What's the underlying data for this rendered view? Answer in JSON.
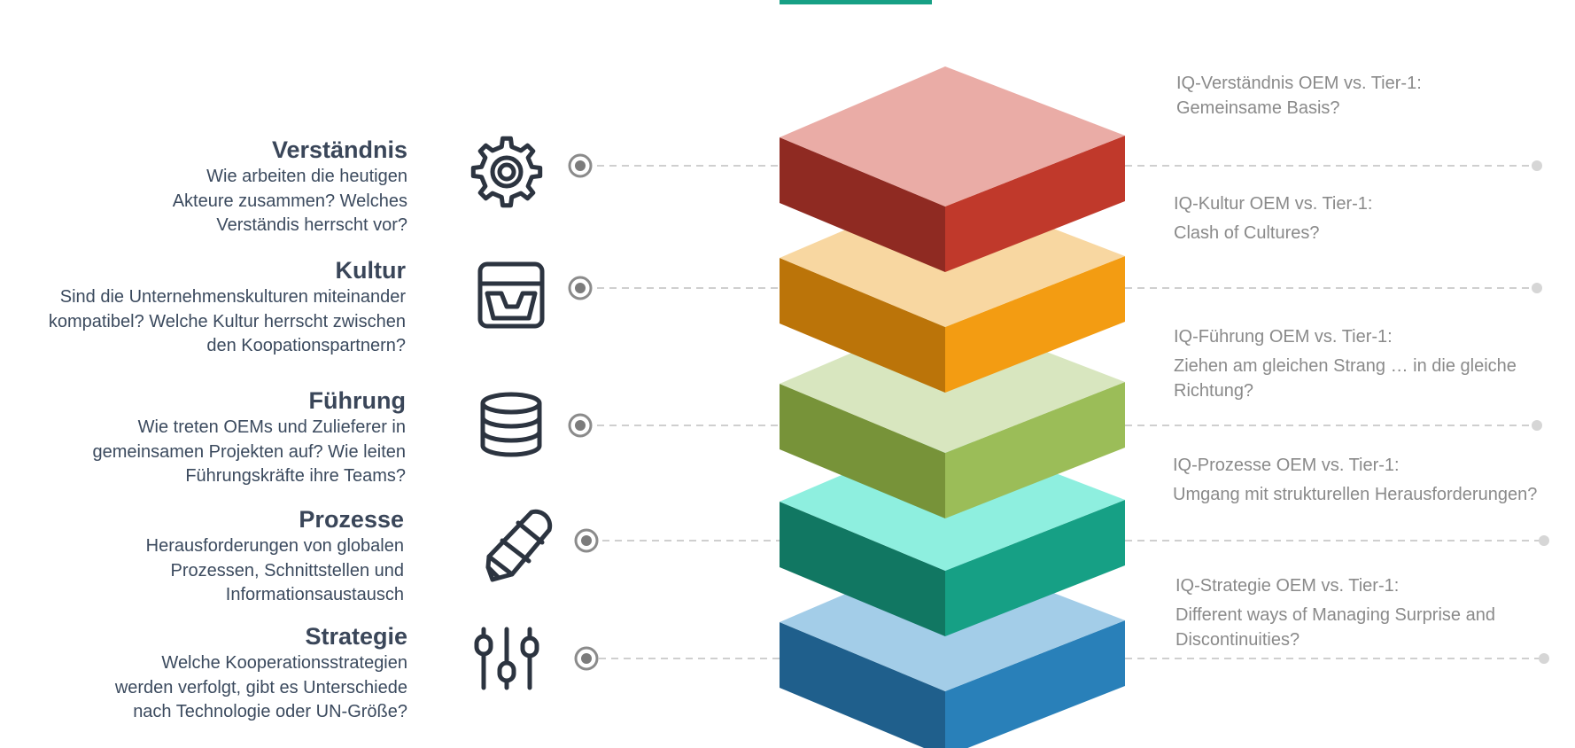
{
  "accent_color": "#17a085",
  "left": [
    {
      "icon": "gear-icon",
      "title": "Verständnis",
      "desc": [
        "Wie arbeiten die heutigen",
        "Akteure zusammen? Welches",
        "Verständis herrscht vor?"
      ]
    },
    {
      "icon": "inbox-tray-icon",
      "title": "Kultur",
      "desc": [
        "Sind die Unternehmenskulturen miteinander",
        "kompatibel? Welche Kultur herrscht zwischen",
        "den Koopationspartnern?"
      ]
    },
    {
      "icon": "database-icon",
      "title": "Führung",
      "desc": [
        "Wie treten OEMs und Zulieferer in",
        "gemeinsamen Projekten auf? Wie leiten",
        "Führungskräfte ihre Teams?"
      ]
    },
    {
      "icon": "pencil-icon",
      "title": "Prozesse",
      "desc": [
        "Herausforderungen von globalen",
        "Prozessen, Schnittstellen und",
        "Informationsaustausch"
      ]
    },
    {
      "icon": "sliders-icon",
      "title": "Strategie",
      "desc": [
        "Welche Kooperationsstrategien",
        "werden verfolgt, gibt es Unterschiede",
        "nach Technologie oder UN-Größe?"
      ]
    }
  ],
  "right": [
    {
      "title": "IQ-Verständnis OEM vs. Tier-1:",
      "desc": [
        "Gemeinsame Basis?"
      ]
    },
    {
      "title": "IQ-Kultur OEM vs. Tier-1:",
      "desc": [
        "Clash of Cultures?"
      ]
    },
    {
      "title": "IQ-Führung OEM vs. Tier-1:",
      "desc": [
        "Ziehen am gleichen Strang … in die gleiche",
        "Richtung?"
      ]
    },
    {
      "title": "IQ-Prozesse OEM vs. Tier-1:",
      "desc": [
        "Umgang mit strukturellen Herausforderungen?"
      ]
    },
    {
      "title": "IQ-Strategie OEM vs. Tier-1:",
      "desc": [
        "Different ways of Managing Surprise and",
        "Discontinuities?"
      ]
    }
  ],
  "layers": [
    {
      "top": "#eaaca6",
      "left": "#8f2a22",
      "right": "#c0392b"
    },
    {
      "top": "#f8d7a1",
      "left": "#bb7409",
      "right": "#f39c12"
    },
    {
      "top": "#d8e6bf",
      "left": "#779339",
      "right": "#9bbd58"
    },
    {
      "top": "#8eefdf",
      "left": "#117762",
      "right": "#16a085"
    },
    {
      "top": "#a3cde8",
      "left": "#1f5f8c",
      "right": "#2980b9"
    }
  ]
}
